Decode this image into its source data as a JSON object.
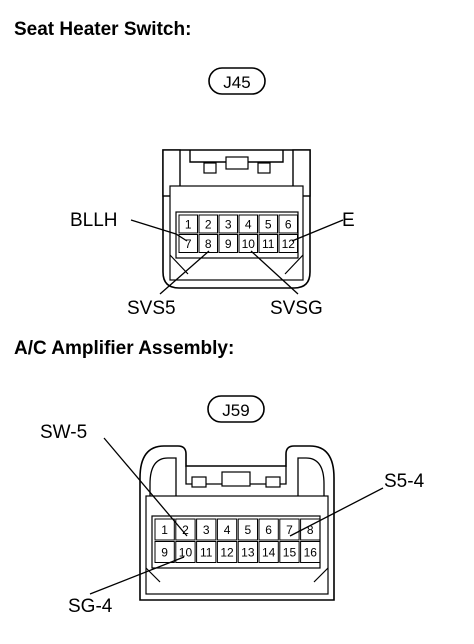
{
  "section1": {
    "heading": "Seat Heater Switch:",
    "connector_id": "J45",
    "pins_row1": [
      "1",
      "2",
      "3",
      "4",
      "5",
      "6"
    ],
    "pins_row2": [
      "7",
      "8",
      "9",
      "10",
      "11",
      "12"
    ],
    "callouts": {
      "bllh": "BLLH",
      "e": "E",
      "svs5": "SVS5",
      "svsg": "SVSG"
    }
  },
  "section2": {
    "heading": "A/C Amplifier Assembly:",
    "connector_id": "J59",
    "pins_row1": [
      "1",
      "2",
      "3",
      "4",
      "5",
      "6",
      "7",
      "8"
    ],
    "pins_row2": [
      "9",
      "10",
      "11",
      "12",
      "13",
      "14",
      "15",
      "16"
    ],
    "callouts": {
      "sw5": "SW-5",
      "s54": "S5-4",
      "sg4": "SG-4"
    }
  }
}
